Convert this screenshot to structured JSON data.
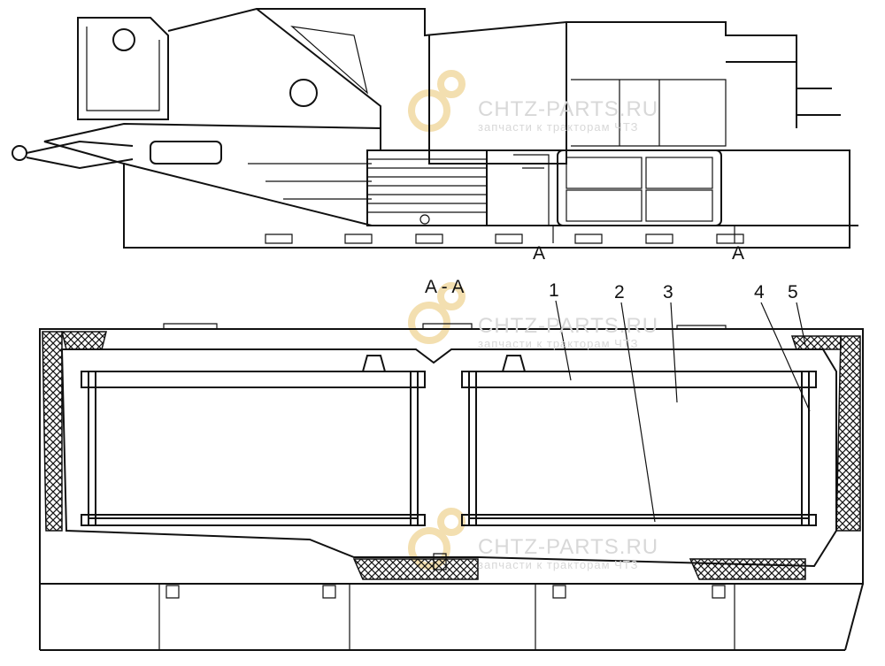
{
  "section_marks": {
    "left": "A",
    "right": "A"
  },
  "section_title": "A - A",
  "callouts": [
    "1",
    "2",
    "3",
    "4",
    "5"
  ],
  "watermark": {
    "site": "CHTZ-PARTS.RU",
    "tagline": "запчасти к тракторам ЧТЗ"
  },
  "colors": {
    "line": "#111111",
    "watermark": "#d8d8d8",
    "gear": "#f3dfb0"
  }
}
